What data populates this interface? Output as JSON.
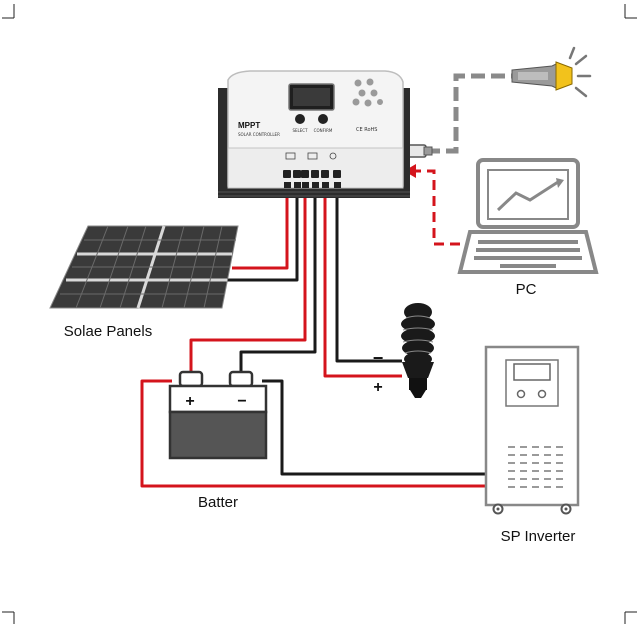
{
  "controller": {
    "brand": "MPPT",
    "subtitle": "SOLAR CONTROLLER",
    "button1": "SELECT",
    "button2": "CONFIRM",
    "cert": "CE RoHS"
  },
  "labels": {
    "panels": "Solae Panels",
    "battery": "Batter",
    "pc": "PC",
    "inverter": "SP Inverter",
    "plus": "+",
    "minus": "−"
  },
  "colors": {
    "positive_wire": "#d4141c",
    "negative_wire": "#1a1a1a",
    "usb_cable": "#8a8a8a",
    "comm_cable": "#d4141c"
  }
}
